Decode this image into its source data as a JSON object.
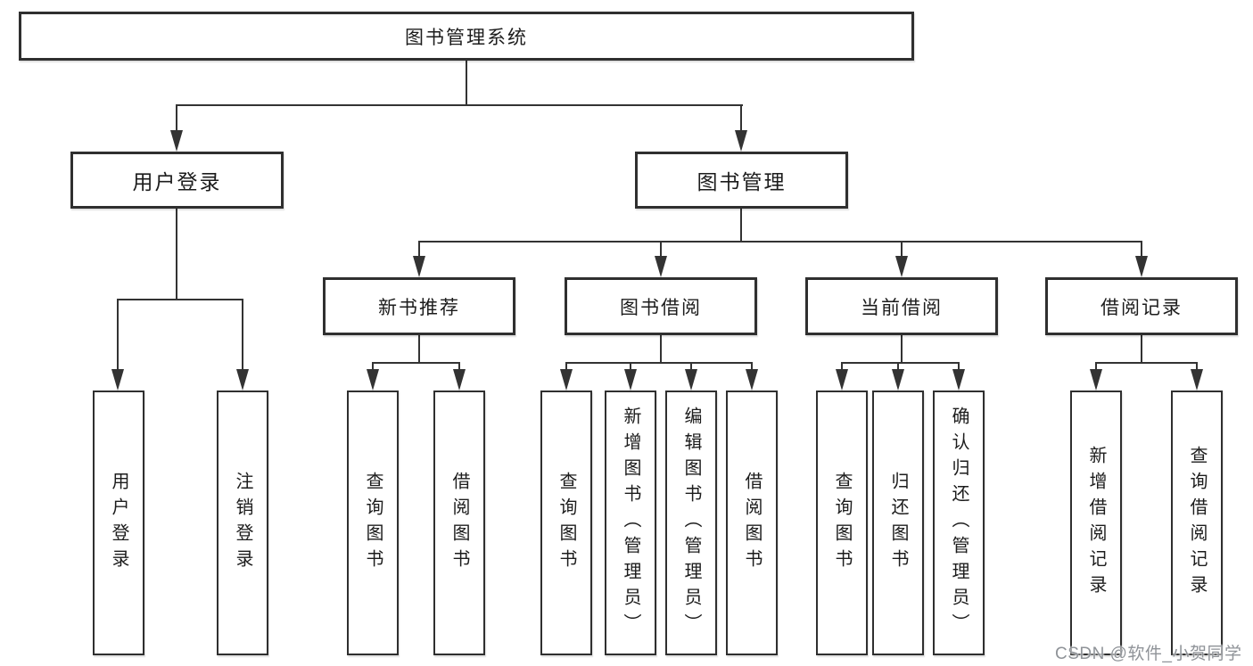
{
  "colors": {
    "background": "#ffffff",
    "box_fill": "#ffffff",
    "box_border": "#2f2f2f",
    "line": "#333333",
    "text": "#1c1c1c",
    "watermark": "#8f9398"
  },
  "watermark": {
    "text": "CSDN @软件_小贺同学"
  },
  "tree": {
    "label": "图书管理系统",
    "children": [
      {
        "label": "用户登录",
        "children": [
          {
            "label": "用户登录"
          },
          {
            "label": "注销登录"
          }
        ]
      },
      {
        "label": "图书管理",
        "children": [
          {
            "label": "新书推荐",
            "children": [
              {
                "label": "查询图书"
              },
              {
                "label": "借阅图书"
              }
            ]
          },
          {
            "label": "图书借阅",
            "children": [
              {
                "label": "查询图书"
              },
              {
                "label": "新增图书（管理员）"
              },
              {
                "label": "编辑图书（管理员）"
              },
              {
                "label": "借阅图书"
              }
            ]
          },
          {
            "label": "当前借阅",
            "children": [
              {
                "label": "查询图书"
              },
              {
                "label": "归还图书"
              },
              {
                "label": "确认归还（管理员）"
              }
            ]
          },
          {
            "label": "借阅记录",
            "children": [
              {
                "label": "新增借阅记录"
              },
              {
                "label": "查询借阅记录"
              }
            ]
          }
        ]
      }
    ]
  }
}
